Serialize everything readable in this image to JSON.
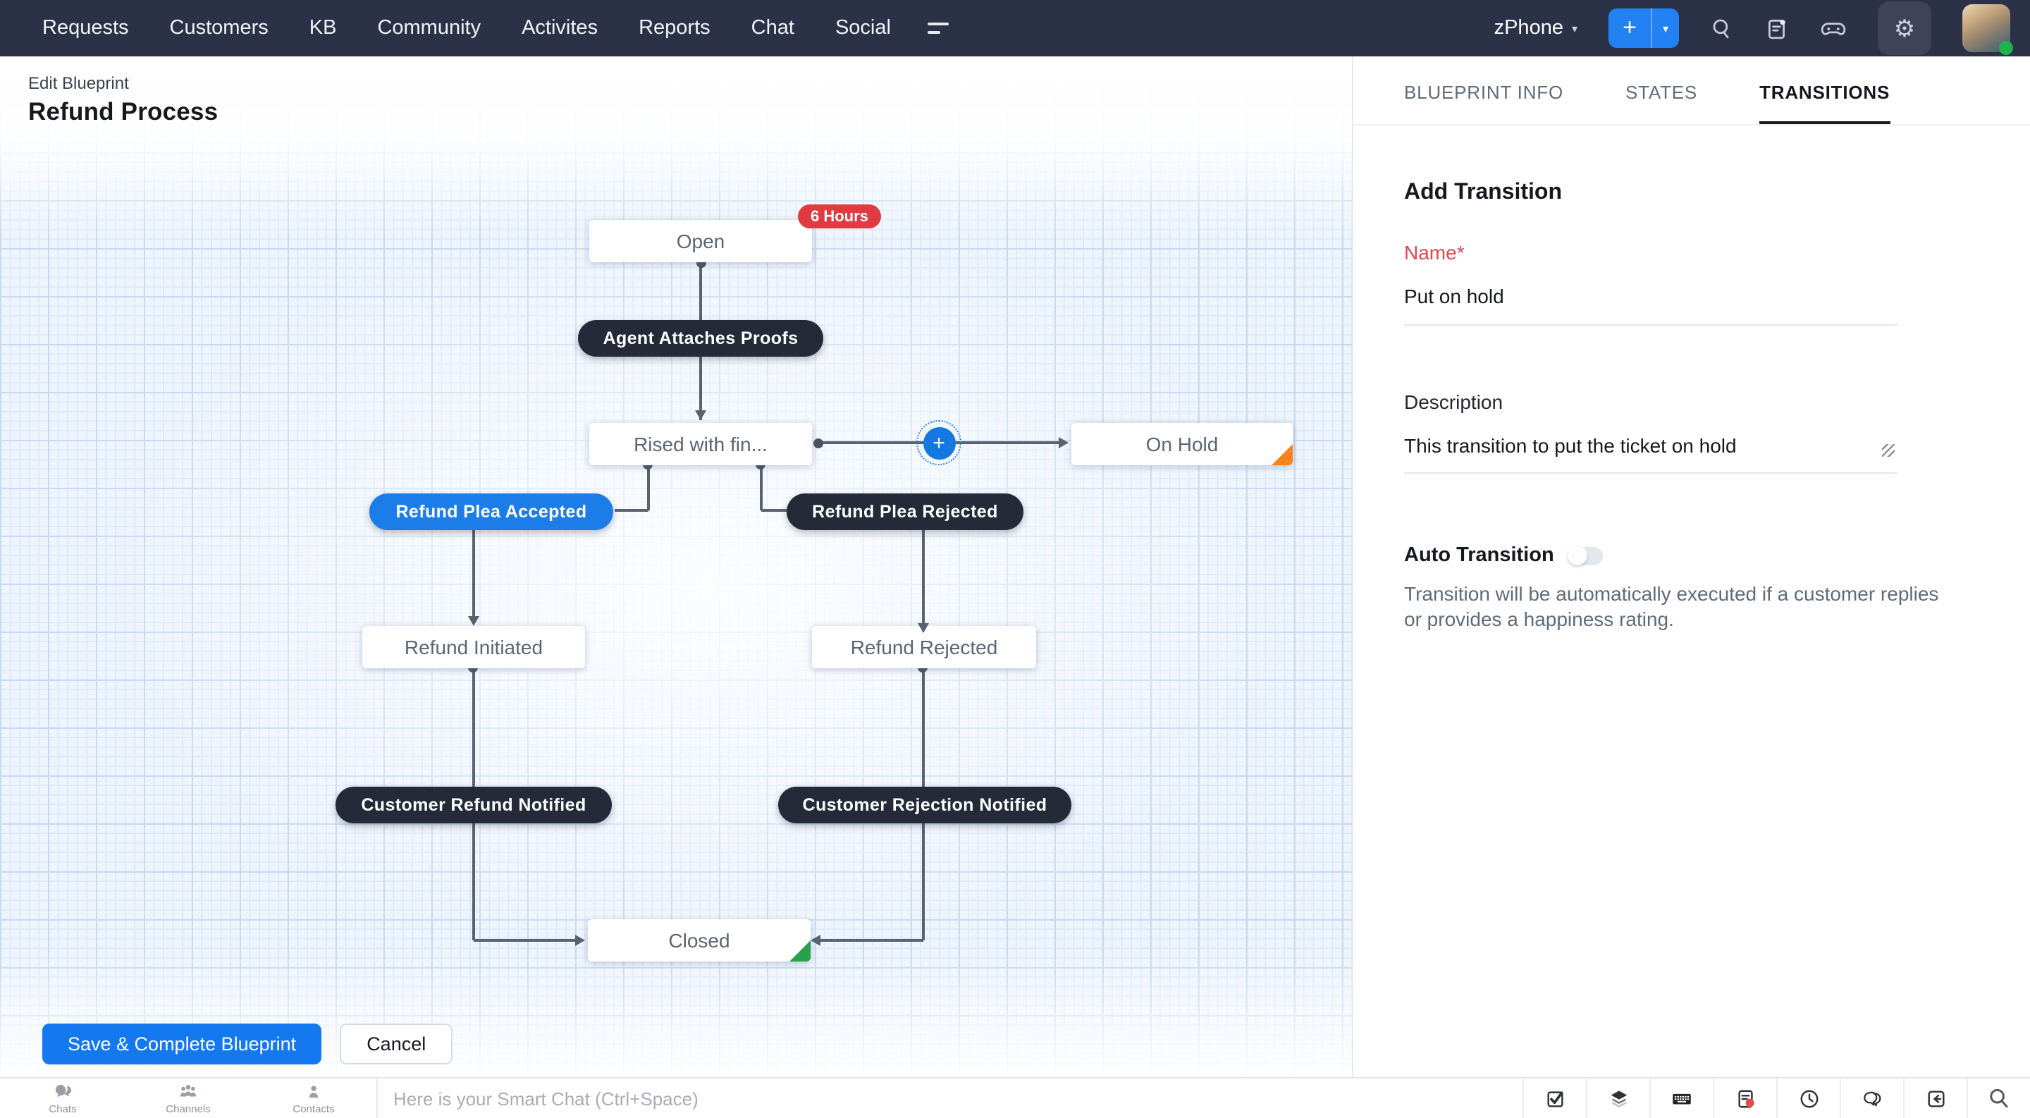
{
  "nav": {
    "items": [
      {
        "label": "Requests"
      },
      {
        "label": "Customers"
      },
      {
        "label": "KB"
      },
      {
        "label": "Community"
      },
      {
        "label": "Activites"
      },
      {
        "label": "Reports"
      },
      {
        "label": "Chat"
      },
      {
        "label": "Social"
      }
    ],
    "product_selector": "zPhone",
    "icons": [
      "align-icon",
      "plus-button",
      "dropdown-caret",
      "search-icon",
      "feed-icon",
      "games-icon",
      "gear-icon",
      "user-avatar"
    ]
  },
  "header": {
    "breadcrumb": "Edit Blueprint",
    "title": "Refund Process"
  },
  "flowchart": {
    "badge": "6 Hours",
    "nodes": [
      {
        "label": "Open",
        "type": "state"
      },
      {
        "label": "Agent Attaches Proofs",
        "type": "transition"
      },
      {
        "label": "Rised with fin...",
        "type": "state"
      },
      {
        "label": "On Hold",
        "type": "state",
        "corner": "orange"
      },
      {
        "label": "Refund Plea Accepted",
        "type": "transition-selected"
      },
      {
        "label": "Refund Plea Rejected",
        "type": "transition"
      },
      {
        "label": "Refund Initiated",
        "type": "state"
      },
      {
        "label": "Refund Rejected",
        "type": "state"
      },
      {
        "label": "Customer Refund Notified",
        "type": "transition"
      },
      {
        "label": "Customer Rejection Notified",
        "type": "transition"
      },
      {
        "label": "Closed",
        "type": "state",
        "corner": "green"
      }
    ],
    "plus_button": "+"
  },
  "panel": {
    "tabs": [
      {
        "label": "BLUEPRINT INFO",
        "active": false
      },
      {
        "label": "STATES",
        "active": false
      },
      {
        "label": "TRANSITIONS",
        "active": true
      }
    ],
    "form": {
      "heading": "Add Transition",
      "name_label": "Name*",
      "name_value": "Put on hold",
      "description_label": "Description",
      "description_value": "This transition to put the ticket on hold",
      "auto_label": "Auto Transition",
      "auto_state": "off",
      "auto_help": "Transition will be automatically  executed if a customer replies or provides a happiness rating."
    }
  },
  "footer": {
    "save_label": "Save & Complete Blueprint",
    "cancel_label": "Cancel"
  },
  "chatbar": {
    "items": [
      {
        "label": "Chats"
      },
      {
        "label": "Channels"
      },
      {
        "label": "Contacts"
      }
    ],
    "placeholder": "Here is your Smart Chat (Ctrl+Space)",
    "right_icons": [
      "tasks-icon",
      "layers-icon",
      "keyboard-icon",
      "notes-icon",
      "history-icon",
      "chat-bubbles-icon",
      "reply-icon",
      "search-icon"
    ]
  },
  "colors": {
    "nav_bg": "#2b3147",
    "accent_blue": "#1d7de8",
    "dark_pill": "#242a38",
    "badge_red": "#df3b41",
    "corner_orange": "#f5841f",
    "corner_green": "#27a04c"
  }
}
